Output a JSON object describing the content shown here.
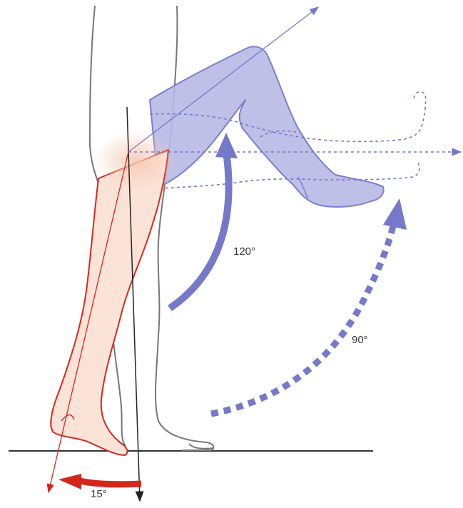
{
  "labels": {
    "flexion": "120°",
    "passive_flexion": "90°",
    "extension": "15°"
  },
  "colors": {
    "flexion_leg_fill": "#b7b9e6",
    "flexion_leg_stroke": "#7b7fcf",
    "extension_leg_fill": "#fbe3d8",
    "extension_leg_stroke": "#d42a1e",
    "neutral_leg_stroke": "#777777",
    "arrow_blue": "#7479c9",
    "arrow_red": "#d4271c",
    "axis_line": "#222222"
  }
}
